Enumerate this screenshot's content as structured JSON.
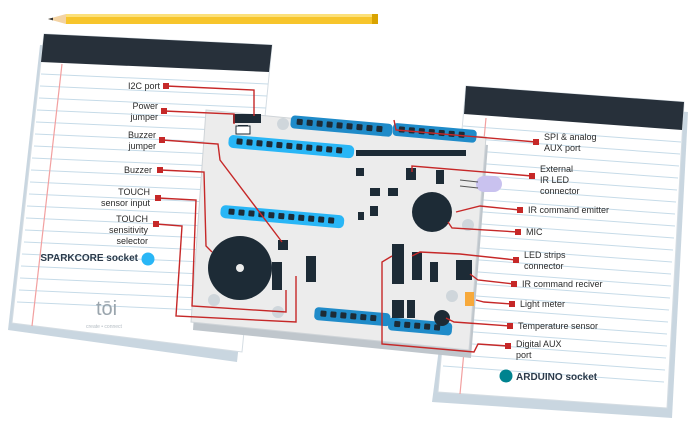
{
  "labels": {
    "i2c_port": "I2C port",
    "power_jumper_1": "Power",
    "power_jumper_2": "jumper",
    "buzzer_jumper_1": "Buzzer",
    "buzzer_jumper_2": "jumper",
    "buzzer": "Buzzer",
    "touch_input_1": "TOUCH",
    "touch_input_2": "sensor input",
    "touch_selector_1": "TOUCH",
    "touch_selector_2": "sensitivity",
    "touch_selector_3": "selector",
    "sparkcore_socket": "SPARKCORE socket",
    "spi_aux_1": "SPI & analog",
    "spi_aux_2": "AUX port",
    "ext_ir_1": "External",
    "ext_ir_2": "IR LED",
    "ext_ir_3": "connector",
    "ir_emitter": "IR command emitter",
    "mic": "MIC",
    "led_strips_1": "LED strips",
    "led_strips_2": "connector",
    "ir_receiver": "IR command reciver",
    "light_meter": "Light meter",
    "temp_sensor": "Temperature sensor",
    "digital_aux_1": "Digital AUX",
    "digital_aux_2": "port",
    "arduino_socket": "ARDUINO socket"
  },
  "logo": {
    "text": "tōi",
    "subtext": "create • connect"
  },
  "colors": {
    "wire": "#c62828",
    "accent_blue": "#29b6f6",
    "accent_teal": "#00838f",
    "note_header": "#27303a",
    "pencil_yellow": "#f7c52b",
    "board": "#ececec"
  }
}
